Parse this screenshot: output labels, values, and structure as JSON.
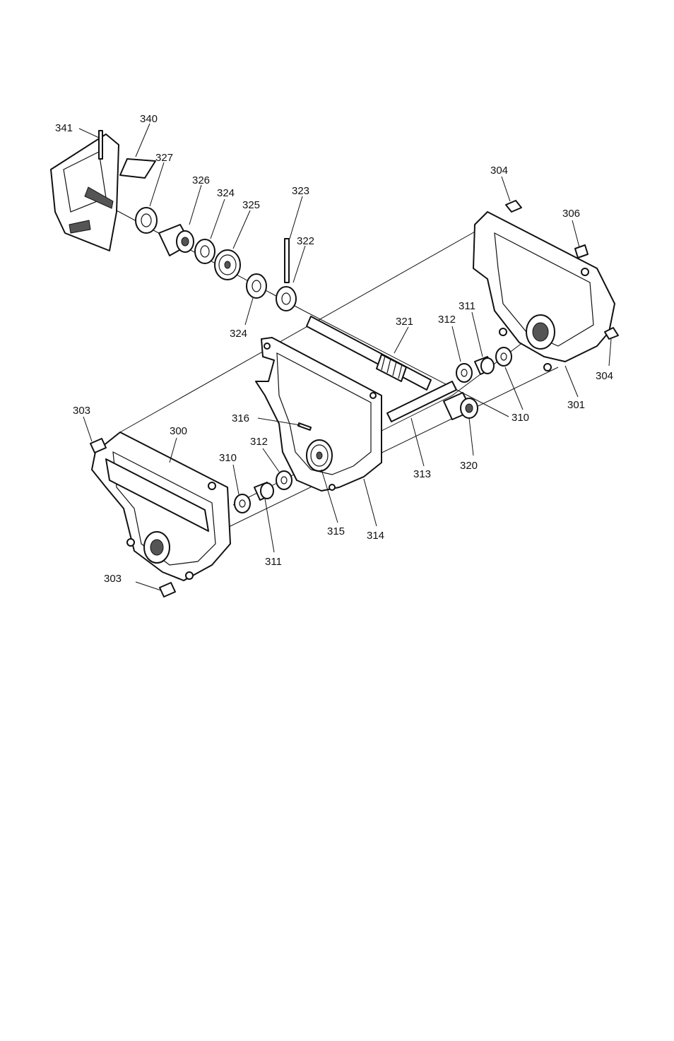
{
  "callouts": {
    "p341": "341",
    "p340": "340",
    "p327": "327",
    "p326": "326",
    "p324a": "324",
    "p325": "325",
    "p323": "323",
    "p322": "322",
    "p324b": "324",
    "p304a": "304",
    "p306": "306",
    "p321": "321",
    "p312a": "312",
    "p311a": "311",
    "p304b": "304",
    "p301": "301",
    "p310a": "310",
    "p303a": "303",
    "p300": "300",
    "p316": "316",
    "p310b": "310",
    "p312b": "312",
    "p313": "313",
    "p320": "320",
    "p315": "315",
    "p314": "314",
    "p311b": "311",
    "p303b": "303"
  }
}
